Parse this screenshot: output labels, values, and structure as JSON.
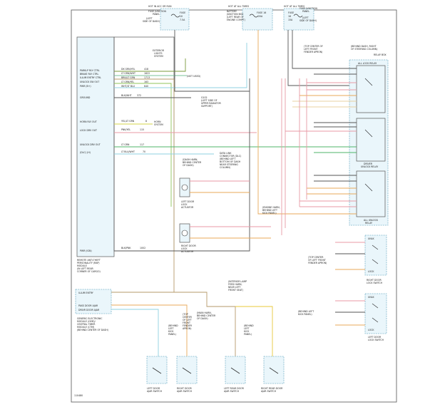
{
  "diagram": {
    "fuses": [
      {
        "id": "fuse1",
        "lines": [
          "HOT IN ACC OR RUN",
          "FUSE JUNCTION",
          "PANEL",
          "FUSE",
          "10",
          "7.5A",
          "(LEFT",
          "SIDE OF DASH)"
        ]
      },
      {
        "id": "fuse2",
        "lines": [
          "HOT AT ALL TIMES",
          "BATTERY",
          "JUNCTION BOX",
          "(LEFT REAR OF",
          "ENGINE COMPT)",
          "FUSE 16",
          "20A"
        ]
      },
      {
        "id": "fuse3",
        "lines": [
          "HOT AT ALL TIMES",
          "FUSE JUNCTION",
          "PANEL",
          "FUSE",
          "16",
          "15A",
          "(LEFT",
          "SIDE OF DASH)"
        ]
      }
    ],
    "module": {
      "label_lines": [
        "REMOTE ANTI-THEFT",
        "PERSONALITY (RAP)",
        "MODULE",
        "(IN LEFT REAR",
        "CORNER OF CARGO)"
      ],
      "pins": [
        {
          "label": "PARKLP RLY CTRL",
          "wire": "DK GRN/YEL",
          "num": "418"
        },
        {
          "label": "BRAKE RLY CTRL",
          "wire": "LT GRN/WHT",
          "num": "1622"
        },
        {
          "label": "ILLUM ENTRY CTRL",
          "wire": "BRN/LT GRN",
          "num": "1713"
        },
        {
          "label": "UNLOCK SW OUT",
          "wire": "LT GRN/YEL",
          "num": "163"
        },
        {
          "label": "PWR (B+)",
          "wire": "WHT/LT BLU",
          "num": "640"
        },
        {
          "label": "GROUND",
          "wire": "BLK/WHT",
          "num": "372"
        },
        {
          "label": "HORN RLY OUT",
          "wire": "YEL/LT GRN",
          "num": "8"
        },
        {
          "label": "LOCK DRV OUT",
          "wire": "PNK/YEL",
          "num": "115"
        },
        {
          "label": "UNLOCK DRV OUT",
          "wire": "LT GRN",
          "num": "117"
        },
        {
          "label": "(DLC) (H)",
          "wire": "LT BLU/WHT",
          "num": "70"
        },
        {
          "label": "PWR (IGN)",
          "wire": "BLK/PNK",
          "num": "1002"
        }
      ]
    },
    "labels": {
      "exterior": [
        "EXTERIOR",
        "LIGHTS",
        "SYSTEM"
      ],
      "notused": "(NOT USED)",
      "g102": [
        "G102",
        "(LEFT SIDE OF",
        "UPPER RADIATOR",
        "SUPPORT)"
      ],
      "horn": [
        "HORN",
        "SYSTEM"
      ],
      "dlc": [
        "DATA LINK",
        "CONNECTOR (DLC)",
        "(BEHIND LEFT",
        "BOTTOM OF DASH",
        "NEAR STEERING",
        "COLUMN)"
      ],
      "dashharness": [
        "(DASH HARN,",
        "BEHIND CENTER",
        "OF DASH)"
      ],
      "ltdoor_act": [
        "LEFT DOOR",
        "LOCK",
        "ACTUATOR"
      ],
      "rtdoor_act": [
        "RIGHT DOOR",
        "LOCK",
        "ACTUATOR"
      ],
      "behinddash": [
        "(BEHIND DASH, RIGHT",
        "OF STEERING COLUMN)"
      ],
      "relaybox": "RELAY BOX",
      "alllock": "ALL LOCK RELAY",
      "driverunlock": [
        "DRIVER",
        "UNLOCK RELAY"
      ],
      "allunlock": [
        "ALL UNLOCK",
        "RELAY"
      ],
      "topcenter": [
        "(TOP CENTER OF",
        "LEFT FRONT",
        "FENDER APRON)"
      ],
      "engineharn": [
        "(ENGINE HARN,",
        "BEHIND LEFT",
        "KICK PANEL)"
      ],
      "interiorlamp": [
        "(INTERIOR LAMP",
        "FEED HARN,",
        "NEAR LEFT",
        "FRONT SEAT)"
      ],
      "behindleftkick": [
        "(BEHIND LEFT",
        "KICK PANEL)"
      ],
      "topcenter2": [
        "(TOP CENTER",
        "OF LEFT FRONT",
        "FENDER APRON)"
      ],
      "rightdoorlockswitch": [
        "RIGHT DOOR",
        "LOCK SWITCH"
      ],
      "leftdoorlockswitch": [
        "LEFT DOOR",
        "LOCK SWITCH"
      ],
      "gem_lines": [
        "GENERIC ELECTRONIC",
        "MODULE (GEM)/",
        "CENTRAL TIMER",
        "MODULE (CTM)",
        "(BEHIND CENTER OF DASH)"
      ],
      "gem_pins": [
        "ILLUM ENTRY",
        "PASS DOOR AJAR",
        "DRIVR DOOR AJAR"
      ],
      "switches": [
        {
          "name": [
            "LEFT DOOR",
            "AJAR SWITCH"
          ],
          "loc": [
            "(BEHIND",
            "LEFT",
            "KICK",
            "PANEL)"
          ]
        },
        {
          "name": [
            "RIGHT DOOR",
            "AJAR SWITCH"
          ],
          "loc": [
            "(TOP",
            "CENTER",
            "OF LEFT",
            "FRONT",
            "FENDER",
            "APRON)"
          ]
        },
        {
          "name": [
            "LEFT REAR DOOR",
            "AJAR SWITCH"
          ],
          "loc": [
            "(MAIN HARN,",
            "BEHIND CENTER",
            "OF DASH)"
          ]
        },
        {
          "name": [
            "RIGHT REAR DOOR",
            "AJAR SWITCH"
          ],
          "loc": [
            "(BEHIND",
            "LEFT",
            "KICK",
            "PANEL)"
          ]
        }
      ],
      "lock": "LOCK",
      "unlock": "UNLK",
      "figure_id": "110480"
    }
  }
}
